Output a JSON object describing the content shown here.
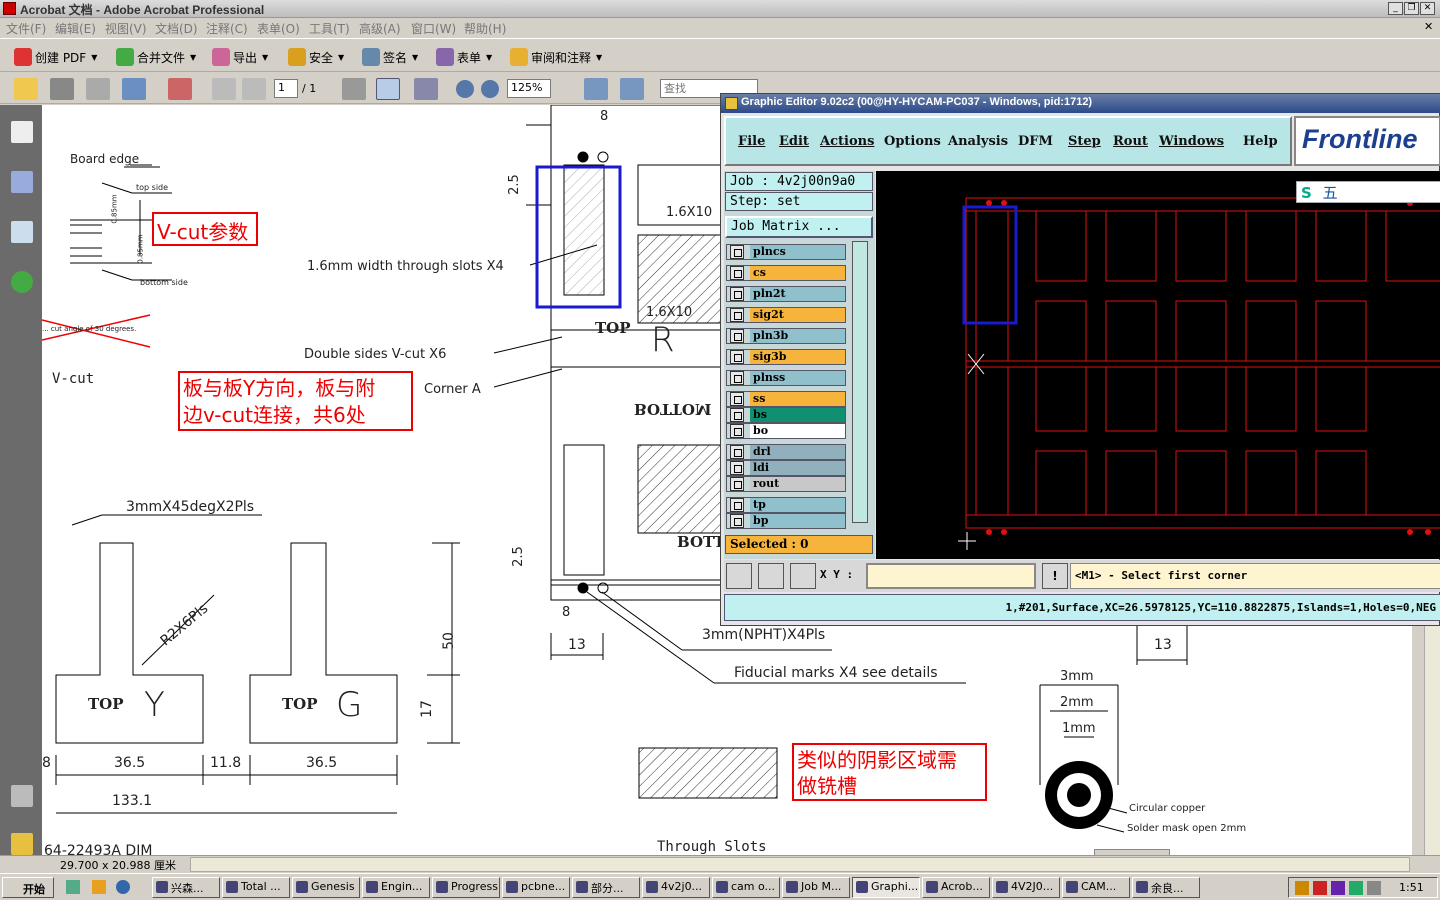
{
  "window": {
    "title": "Acrobat 文档 - Adobe Acrobat Professional",
    "btn_min": "_",
    "btn_max": "❐",
    "btn_close": "✕",
    "doc_close": "✕"
  },
  "menu": [
    "文件(F)",
    "编辑(E)",
    "视图(V)",
    "文档(D)",
    "注释(C)",
    "表单(O)",
    "工具(T)",
    "高级(A)",
    "窗口(W)",
    "帮助(H)"
  ],
  "toolbar1": {
    "create_pdf": "创建 PDF",
    "combine": "合并文件",
    "export": "导出",
    "secure": "安全",
    "sign": "签名",
    "forms": "表单",
    "review": "审阅和注释"
  },
  "toolbar2": {
    "page": "1",
    "page_total": "/ 1",
    "zoom": "125%",
    "search_placeholder": "查找"
  },
  "doc_size": "29.700 x 20.988 厘米",
  "drawing": {
    "board_edge": "Board edge",
    "top_side": "top side",
    "bottom_side": "bottom side",
    "dim_085_a": "0.85mm",
    "dim_085_b": "0.85mm",
    "vcut_note": "V-cut参数",
    "angle_note": "... cut angle of 30 degrees.",
    "vcut_label": "V-cut",
    "slots_note": "1.6mm  width  through  slots  X4",
    "double_sides": "Double  sides  V-cut  X6",
    "corner": "Corner  A",
    "board_note_line1": "板与板Y方向，板与附",
    "board_note_line2": "边v-cut连接，共6处",
    "chamfer": "3mmX45degX2Pls",
    "radius": "R2X6Pls",
    "top_y": "TOP",
    "letter_y": "Y",
    "top_g": "TOP",
    "letter_g": "G",
    "dim_365a": "36.5",
    "dim_118": "11.8",
    "dim_365b": "36.5",
    "dim_1331": "133.1",
    "dim_50": "50",
    "dim_17": "17",
    "dim_8_left": "8",
    "part_no": "64-22493A  DIM",
    "dim_8_top": "8",
    "dim_25_top": "2.5",
    "dim_16x10_a": "1.6X10",
    "dim_16x10_b": "1.6X10",
    "top_center": "TOP",
    "bottom_center": "BOTTOM",
    "botto": "BOTTO",
    "letter_r": "R",
    "dim_25_bot": "2.5",
    "dim_8_bot": "8",
    "dim_13a": "13",
    "dim_13b": "13",
    "npht": "3mm(NPHT)X4Pls",
    "fiducial": "Fiducial  marks  X4  see  details",
    "slot_note_line1": "类似的阴影区域需",
    "slot_note_line2": "做铣槽",
    "through_slots": "Through  Slots",
    "d3": "3mm",
    "d2": "2mm",
    "d1": "1mm",
    "circular": "Circular  copper",
    "solder": "Solder  mask  open  2mm"
  },
  "graphic_editor": {
    "title": "Graphic Editor 9.02c2 (00@HY-HYCAM-PC037 - Windows, pid:1712)",
    "menu": [
      "File",
      "Edit",
      "Actions",
      "Options",
      "Analysis",
      "DFM",
      "Step",
      "Rout",
      "Windows",
      "Help"
    ],
    "logo": "Frontline",
    "job": "Job  : 4v2j00n9a0",
    "step": "Step: set",
    "job_matrix": "Job Matrix ...",
    "layers": [
      {
        "name": "plncs",
        "color": "#8fc0cc"
      },
      {
        "name": "cs",
        "color": "#f7b43c"
      },
      {
        "name": "pln2t",
        "color": "#8fc0cc"
      },
      {
        "name": "sig2t",
        "color": "#f7b43c"
      },
      {
        "name": "pln3b",
        "color": "#8fc0cc"
      },
      {
        "name": "sig3b",
        "color": "#f7b43c"
      },
      {
        "name": "plnss",
        "color": "#8fc0cc"
      },
      {
        "name": "ss",
        "color": "#f7b43c"
      },
      {
        "name": "bs",
        "color": "#109070"
      },
      {
        "name": "bo",
        "color": "#ffffff"
      },
      {
        "name": "drl",
        "color": "#8fb0bc"
      },
      {
        "name": "ldi",
        "color": "#8fb0bc"
      },
      {
        "name": "rout",
        "color": "#c8c8c8"
      },
      {
        "name": "tp",
        "color": "#8fc0cc"
      },
      {
        "name": "bp",
        "color": "#8fc0cc"
      }
    ],
    "selected": "Selected : 0",
    "xy_label": "X Y :",
    "xy_value": "",
    "prompt": "<M1> - Select first corner",
    "status": "1,#201,Surface,XC=26.5978125,YC=110.8822875,Islands=1,Holes=0,NEG",
    "ime": [
      "S",
      "五"
    ]
  },
  "taskbar": {
    "start": "开始",
    "items": [
      "兴森...",
      "Total ...",
      "Genesis",
      "Engin...",
      "Progress",
      "pcbne...",
      "部分...",
      "4v2j0...",
      "cam o...",
      "Job M...",
      "Graphi...",
      "Acrob...",
      "4V2J0...",
      "CAM...",
      "余良..."
    ],
    "clock": "1:51"
  }
}
